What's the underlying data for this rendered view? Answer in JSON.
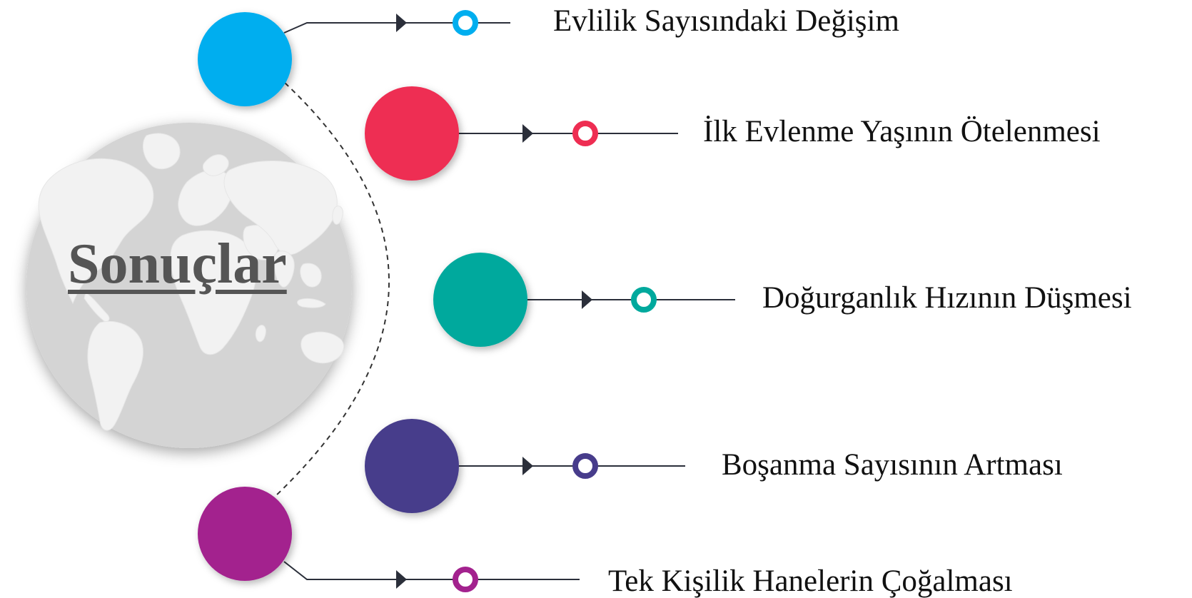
{
  "title": "Sonuçlar",
  "items": [
    {
      "label": "Evlilik Sayısındaki Değişim",
      "color": "#00AEEF"
    },
    {
      "label": "İlk Evlenme Yaşının Ötelenmesi",
      "color": "#EE2D52"
    },
    {
      "label": "Doğurganlık Hızının Düşmesi",
      "color": "#00A99D"
    },
    {
      "label": "Boşanma Sayısının Artması",
      "color": "#473C8B"
    },
    {
      "label": "Tek Kişilik Hanelerin Çoğalması",
      "color": "#A3228E"
    }
  ],
  "colors": {
    "globe": "#D4D4D4",
    "land": "#F2F2F2",
    "connector": "#2B2F3A"
  }
}
